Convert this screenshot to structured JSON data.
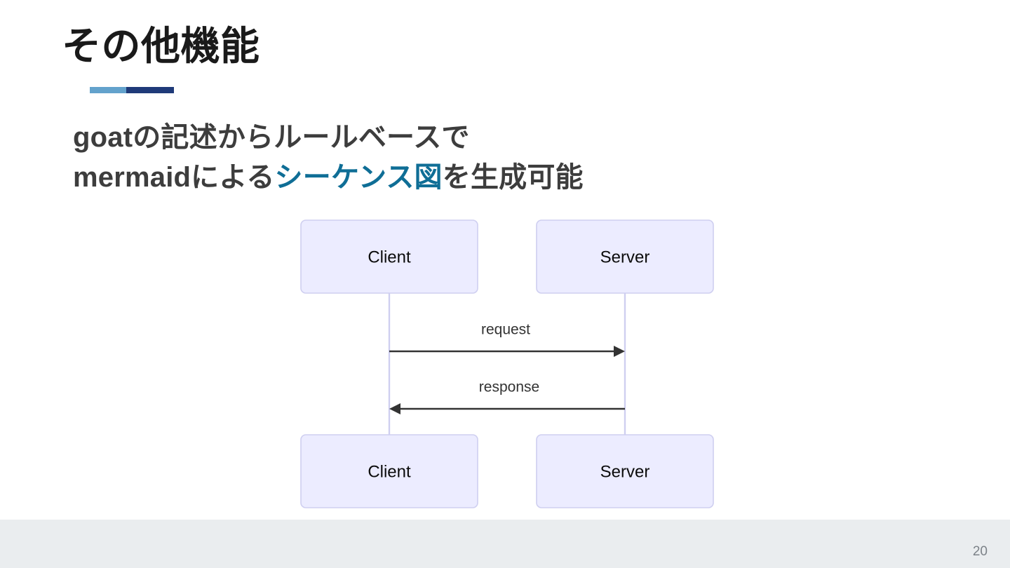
{
  "slide": {
    "background_color": "#ffffff",
    "title": "その他機能",
    "title_color": "#1a1a1a",
    "rule": {
      "light_color": "#63A2CC",
      "dark_color": "#1F3A79"
    },
    "subtitle": {
      "line1": "goatの記述からルールベースで",
      "line2_before": "mermaidによる",
      "line2_highlight": "シーケンス図",
      "line2_after": "を生成可能",
      "text_color": "#3d3d3d",
      "highlight_color": "#0F6E96"
    },
    "footer": {
      "band_color": "#EAEDEF",
      "page_number": "20",
      "page_number_color": "#7c8288"
    }
  },
  "diagram": {
    "type": "mermaid-sequence-diagram",
    "box_fill": "#ECECFF",
    "box_stroke": "#CFCFF0",
    "lifeline_color": "#CFCFF0",
    "arrow_color": "#333333",
    "participants": [
      {
        "id": "client",
        "label": "Client"
      },
      {
        "id": "server",
        "label": "Server"
      }
    ],
    "top_actors": [
      {
        "label": "Client"
      },
      {
        "label": "Server"
      }
    ],
    "bottom_actors": [
      {
        "label": "Client"
      },
      {
        "label": "Server"
      }
    ],
    "messages": [
      {
        "label": "request",
        "from": "client",
        "to": "server",
        "direction": "right"
      },
      {
        "label": "response",
        "from": "server",
        "to": "client",
        "direction": "left"
      }
    ]
  }
}
